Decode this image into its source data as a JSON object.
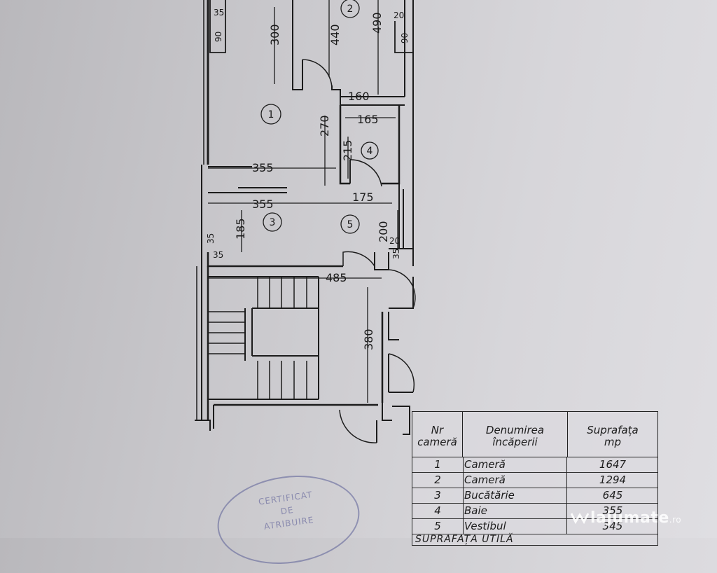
{
  "plan": {
    "dimensions": {
      "d35_top": "35",
      "d90_left": "90",
      "d300": "300",
      "d440": "440",
      "d490": "490",
      "d20_top": "20",
      "d90_right": "90",
      "d160": "160",
      "d270": "270",
      "d165": "165",
      "d215": "215",
      "d355_a": "355",
      "d175": "175",
      "d355_b": "355",
      "d185": "185",
      "d35_left_a": "35",
      "d35_left_b": "35",
      "d200": "200",
      "d20_right": "20",
      "d35_right": "35",
      "d485": "485",
      "d380": "380"
    },
    "room_markers": {
      "r1": "1",
      "r2": "2",
      "r3": "3",
      "r4": "4",
      "r5": "5"
    }
  },
  "table": {
    "header": {
      "nr_line1": "Nr",
      "nr_line2": "cameră",
      "name_line1": "Denumirea",
      "name_line2": "încăperii",
      "area_line1": "Suprafața",
      "area_line2": "mp"
    },
    "rows": [
      {
        "nr": "1",
        "name": "Cameră",
        "area": "1647"
      },
      {
        "nr": "2",
        "name": "Cameră",
        "area": "1294"
      },
      {
        "nr": "3",
        "name": "Bucătărie",
        "area": "645"
      },
      {
        "nr": "4",
        "name": "Baie",
        "area": "355"
      },
      {
        "nr": "5",
        "name": "Vestibul",
        "area": "345"
      }
    ],
    "footer_partial": "SUPRAFAȚA UTILĂ"
  },
  "stamp": {
    "line1": "CERTIFICAT",
    "line2": "DE",
    "line3": "ATRIBUIRE"
  },
  "watermark": {
    "brand": "lajumate",
    "tld": ".ro"
  }
}
